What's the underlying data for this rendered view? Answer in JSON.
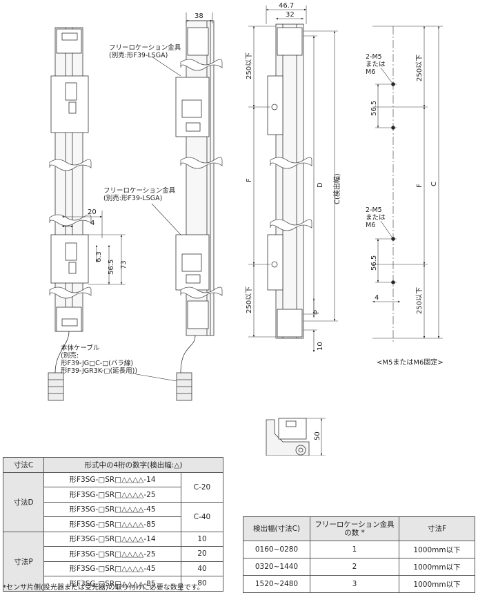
{
  "drawing": {
    "annot_bracket_top": "フリーロケーション金具\n(別売:形F39-LSGA)",
    "annot_bracket_mid": "フリーロケーション金具\n(別売:形F39-LSGA)",
    "annot_cable": "本体ケーブル\n(別売:\n形F39-JG□C-□(バラ線)\n形F39-JGR3K-□(延長用))",
    "dim_38": "38",
    "dim_46_7": "46.7",
    "dim_32": "32",
    "dim_250_top": "250以下",
    "dim_F": "F",
    "dim_D": "D",
    "dim_C_detect": "C(検出幅)",
    "dim_250_bottom": "250以下",
    "dim_P": "P",
    "dim_10": "10",
    "dim_20": "20",
    "dim_4_left": "4",
    "dim_6_3": "6.3",
    "dim_56_5_left": "56.5",
    "dim_73": "73",
    "dim_50": "50",
    "hole_label_top": "2-M5\nまたは\nM6",
    "hole_label_bottom": "2-M5\nまたは\nM6",
    "dim_250_right_top": "250以下",
    "dim_56_5_right_top": "56.5",
    "dim_F_right": "F",
    "dim_C_right": "C",
    "dim_56_5_right_bottom": "56.5",
    "dim_4_right": "4",
    "dim_250_right_bottom": "250以下",
    "caption_mount": "<M5またはM6固定>"
  },
  "table1": {
    "head_col1": "寸法C",
    "head_col2": "形式中の4桁の数字(検出幅:△)",
    "rows": [
      {
        "label": "寸法D",
        "model": "形F3SG-□SR□△△△△-14",
        "value": "C-20"
      },
      {
        "model": "形F3SG-□SR□△△△△-25"
      },
      {
        "model": "形F3SG-□SR□△△△△-45",
        "value": "C-40"
      },
      {
        "model": "形F3SG-□SR□△△△△-85"
      },
      {
        "label": "寸法P",
        "model": "形F3SG-□SR□△△△△-14",
        "value": "10"
      },
      {
        "model": "形F3SG-□SR□△△△△-25",
        "value": "20"
      },
      {
        "model": "形F3SG-□SR□△△△△-45",
        "value": "40"
      },
      {
        "model": "形F3SG-□SR□△△△△-85",
        "value": "80"
      }
    ]
  },
  "table2": {
    "head_col1": "検出幅(寸法C)",
    "head_col2": "フリーロケーション金具\nの数 *",
    "head_col3": "寸法F",
    "rows": [
      {
        "width": "0160~0280",
        "count": "1",
        "f": "1000mm以下"
      },
      {
        "width": "0320~1440",
        "count": "2",
        "f": "1000mm以下"
      },
      {
        "width": "1520~2480",
        "count": "3",
        "f": "1000mm以下"
      }
    ]
  },
  "footnote": "*センサ片側(投光器または受光器)の取り付けに必要な数量です。"
}
